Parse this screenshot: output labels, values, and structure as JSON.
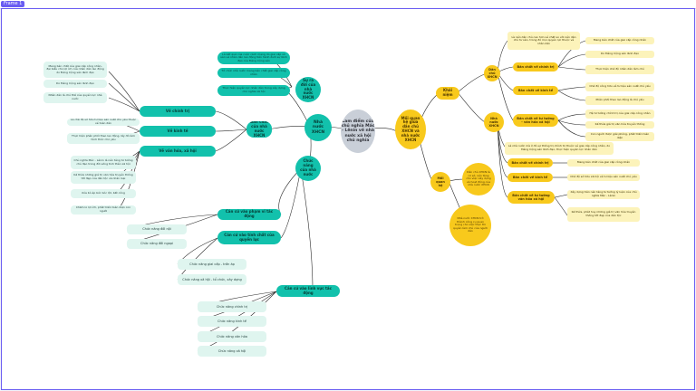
{
  "frame": {
    "label": "Frame 1"
  },
  "center": "Lam điểm của chủ nghĩa Mác - Lênin về nhà nước xã hội chủ nghĩa",
  "left": {
    "hub": "Nhà nước XHCN",
    "dao_ban": "Bản chất của nhà nước XHCN",
    "chuc_nang": "Chức năng của nhà nước",
    "ra_doi": "Sự ra đời của nhà nước XHCN",
    "ra_doi_items": [
      "Là kết quả của cuộc cách mạng do giai cấp vô sản và nhân dân lao động tiến hành dưới sự lãnh đạo của Đảng Cộng sản",
      "Tổ chức nhà nước mang bản chất giai cấp công nhân",
      "Thực hiện quyền lực nhân dân trong xây dựng chủ nghĩa xã hội"
    ],
    "chinh_tri": "Về chính trị",
    "chinh_tri_items": [
      "Mang bản chất của giai cấp công nhân, đại biểu cho lợi ích của nhân dân lao động do Đảng Cộng sản lãnh đạo",
      "Do Đảng Cộng sản lãnh đạo",
      "Nhân dân là chủ thể của quyền lực nhà nước"
    ],
    "kinh_te": "Về kinh tế",
    "kinh_te_items": [
      "Là chế độ sở hữu tư liệu sản xuất chủ yếu thuộc về toàn dân",
      "Thực hiện phân phối theo lao động, lấy đó làm hình thức chủ yếu"
    ],
    "van_hoa": "Về văn hóa, xã hội",
    "van_hoa_items": [
      "Chủ nghĩa Mác - Lênin là nền tảng tư tưởng chủ đạo trong đời sống tinh thần xã hội",
      "Kế thừa những giá trị văn hóa truyền thống tốt đẹp của dân tộc và nhân loại",
      "Xóa bỏ áp bức bóc lột, bất công",
      "Chăm lo lợi ích, phát triển toàn diện con người"
    ],
    "pham_vi": "Căn cứ vào phạm vi tác động",
    "pham_vi_items": [
      "Chức năng đối nội",
      "Chức năng đối ngoại"
    ],
    "tinh_chat": "Căn cứ vào tính chất của quyền lực",
    "tinh_chat_items": [
      "Chức năng giai cấp - trấn áp",
      "Chức năng xã hội - tổ chức, xây dựng"
    ],
    "linh_vuc": "Căn cứ vào lĩnh vực tác động",
    "linh_vuc_items": [
      "Chức năng chính trị",
      "Chức năng kinh tế",
      "Chức năng văn hóa",
      "Chức năng xã hội"
    ]
  },
  "right": {
    "hub": "Mối quan hệ giữa dân chủ XHCN và nhà nước XHCN",
    "khai_niem": "Khái niệm",
    "dan_chu": "Dân chủ XHCN",
    "nha_nuoc": "Nhà nước XHCN",
    "dan_chu_desc": "Là nền dân chủ cao hơn về chất so với nền dân chủ tư sản, trong đó mọi quyền lực thuộc về nhân dân",
    "cs_chinh_tri": "Bản chất về chính trị",
    "cs_chinh_tri_items": [
      "Mang bản chất của giai cấp công nhân",
      "Do Đảng Cộng sản lãnh đạo",
      "Thực hiện chế độ nhân dân làm chủ"
    ],
    "cs_kinh_te": "Bản chất về kinh tế",
    "cs_kinh_te_items": [
      "Chế độ công hữu về tư liệu sản xuất chủ yếu",
      "Phân phối theo lao động là chủ yếu"
    ],
    "cs_tu_tuong": "Bản chất về tư tưởng - văn hóa xã hội",
    "cs_tu_tuong_items": [
      "Hệ tư tưởng chính trị của giai cấp công nhân",
      "Kế thừa giá trị văn hóa truyền thống",
      "Con người được giải phóng, phát triển toàn diện"
    ],
    "nn_desc": "Là nhà nước mà ở đó sự thống trị chính trị thuộc về giai cấp công nhân, do Đảng Cộng sản lãnh đạo, thực hiện quyền lực nhân dân",
    "nn_chinh_tri": "Bản chất về chính trị",
    "nn_chinh_tri_items": [
      "Mang bản chất của giai cấp công nhân"
    ],
    "nn_kinh_te": "Bản chất về kinh tế",
    "nn_kinh_te_items": [
      "Chế độ sở hữu xã hội về tư liệu sản xuất chủ yếu"
    ],
    "nn_van_hoa": "Bản chất về tư tưởng văn hóa xã hội",
    "nn_van_hoa_items": [
      "Xây dựng trên nền tảng tư tưởng lý luận của chủ nghĩa Mác - Lênin",
      "Kế thừa, phát huy những giá trị văn hóa truyền thống tốt đẹp của dân tộc"
    ],
    "moi_quan_he": "Mối quan hệ",
    "mqh_desc": "Dân chủ XHCN là cơ sở, nền tảng cho việc xây dựng và hoạt động của nhà nước XHCN",
    "mqh_desc2": "Nhà nước XHCN trở thành công cụ quan trọng cho việc thực thi quyền làm chủ của người dân"
  }
}
